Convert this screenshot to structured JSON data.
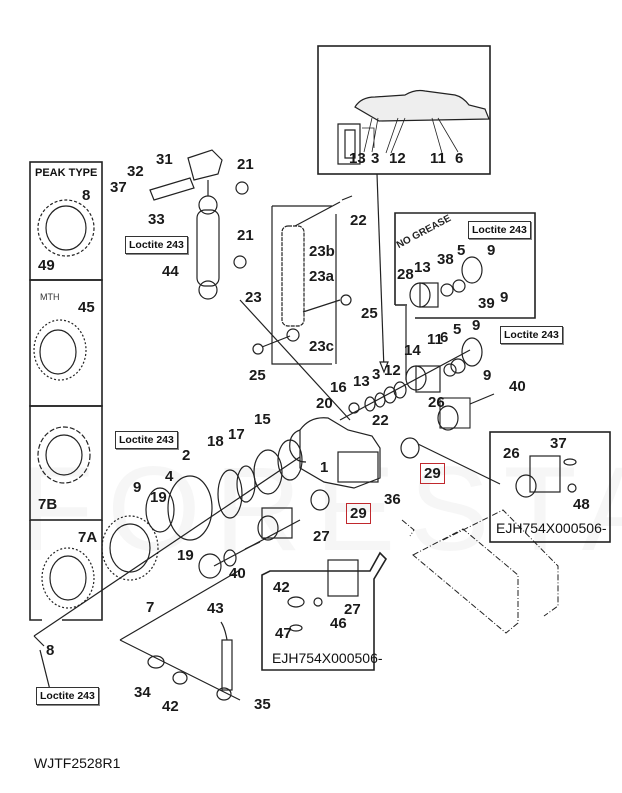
{
  "figure_id": "WJTF2528R1",
  "watermark": "FORESTAGRI",
  "insets": {
    "detail_top": {
      "labels": [
        "13",
        "3",
        "12",
        "11",
        "6"
      ]
    },
    "peak_type": {
      "title": "PEAK TYPE",
      "labels": [
        "8",
        "49"
      ]
    },
    "mth": {
      "title": "MTH",
      "labels": [
        "45"
      ]
    },
    "seven_b": {
      "labels": [
        "7B"
      ]
    },
    "seven_a": {
      "labels": [
        "7A"
      ]
    },
    "no_grease": {
      "title": "NO GREASE",
      "loctite": "Loctite 243",
      "labels": [
        "28",
        "13",
        "38",
        "5",
        "9",
        "39",
        "9"
      ]
    },
    "ejh_right": {
      "caption": "EJH754X000506-",
      "labels": [
        "26",
        "37",
        "48"
      ]
    },
    "ejh_bottom": {
      "caption": "EJH754X000506-",
      "labels": [
        "42",
        "27",
        "46",
        "47"
      ]
    }
  },
  "loctite_label": "Loctite 243",
  "callouts": {
    "c31": "31",
    "c32": "32",
    "c37": "37",
    "c33": "33",
    "c21a": "21",
    "c21b": "21",
    "c44": "44",
    "c22a": "22",
    "c23b": "23b",
    "c23a": "23a",
    "c23": "23",
    "c25a": "25",
    "c25b": "25",
    "c23c": "23c",
    "c5": "5",
    "c9a": "9",
    "c11": "11",
    "c6": "6",
    "c14": "14",
    "c9b": "9",
    "c12": "12",
    "c3": "3",
    "c13": "13",
    "c16": "16",
    "c20": "20",
    "c40a": "40",
    "c26": "26",
    "c22b": "22",
    "c15": "15",
    "c18": "18",
    "c17": "17",
    "c2": "2",
    "c4": "4",
    "c9c": "9",
    "c19a": "19",
    "c19b": "19",
    "c1": "1",
    "c36": "36",
    "c27": "27",
    "c40b": "40",
    "c43": "43",
    "c7": "7",
    "c8": "8",
    "c34": "34",
    "c42": "42",
    "c35": "35"
  },
  "highlighted": {
    "h29a": "29",
    "h29b": "29"
  },
  "colors": {
    "highlight": "#c0282d",
    "line": "#222222"
  }
}
